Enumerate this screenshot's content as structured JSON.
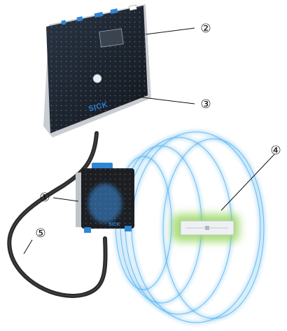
{
  "callouts": [
    {
      "id": "1",
      "label": "①"
    },
    {
      "id": "2",
      "label": "②"
    },
    {
      "id": "3",
      "label": "③"
    },
    {
      "id": "4",
      "label": "④"
    },
    {
      "id": "5",
      "label": "⑤"
    }
  ],
  "brand": {
    "reader_logo": "SICK",
    "antenna_logo": "SICK"
  },
  "colors": {
    "housing": "#1c1e22",
    "housing_edge": "#8a8f96",
    "connector_blue": "#2f86d6",
    "field_blue": "#4fb0ee",
    "tag_glow": "#8fd14f",
    "tag_body": "#eef1f3",
    "cable": "#2b2b2b",
    "logo_blue": "#2a7fd0"
  }
}
